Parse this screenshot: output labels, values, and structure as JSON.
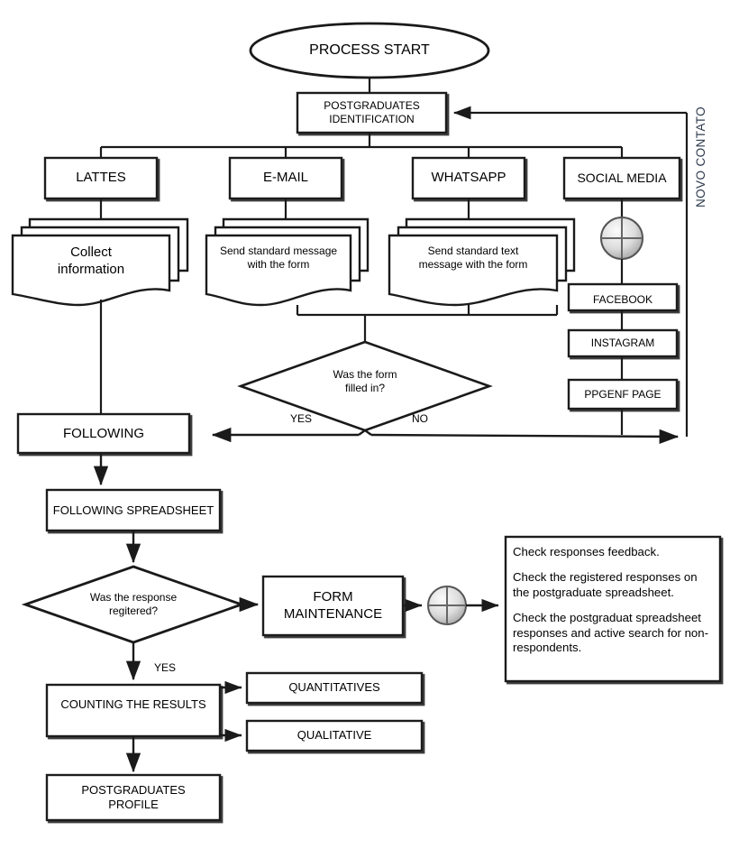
{
  "diagram": {
    "title_vertical": "NOVO CONTATO",
    "nodes": {
      "start": "PROCESS START",
      "identification": "POSTGRADUATES\nIDENTIFICATION",
      "lattes": "LATTES",
      "email": "E-MAIL",
      "whatsapp": "WHATSAPP",
      "social_media": "SOCIAL MEDIA",
      "collect_information": "Collect\ninformation",
      "send_standard_message": "Send standard message\nwith the form",
      "send_standard_text": "Send standard text\nmessage with the form",
      "facebook": "FACEBOOK",
      "instagram": "INSTAGRAM",
      "ppgenf_page": "PPGENF PAGE",
      "decision_form": "Was the form\nfilled in?",
      "following": "FOLLOWING",
      "following_spreadsheet": "FOLLOWING SPREADSHEET",
      "decision_response": "Was the response\nregitered?",
      "form_maintenance": "FORM\nMAINTENANCE",
      "counting_results": "COUNTING THE RESULTS",
      "quantitatives": "QUANTITATIVES",
      "qualitative": "QUALITATIVE",
      "postgraduates_profile": "POSTGRADUATES\nPROFILE"
    },
    "edge_labels": {
      "form_yes": "YES",
      "form_no": "NO",
      "response_yes": "YES"
    },
    "note": {
      "line1": "Check responses feedback.",
      "line2": "Check the registered responses on the postgraduate spreadsheet.",
      "line3": "Check the postgraduat spreadsheet responses and active search for non-respondents."
    },
    "colors": {
      "stroke": "#1a1a1a",
      "fill": "#ffffff",
      "connector_circle_light": "#f2f2f2",
      "connector_circle_dark": "#9a9a9a",
      "vertical_label": "#2e3b4e"
    }
  }
}
